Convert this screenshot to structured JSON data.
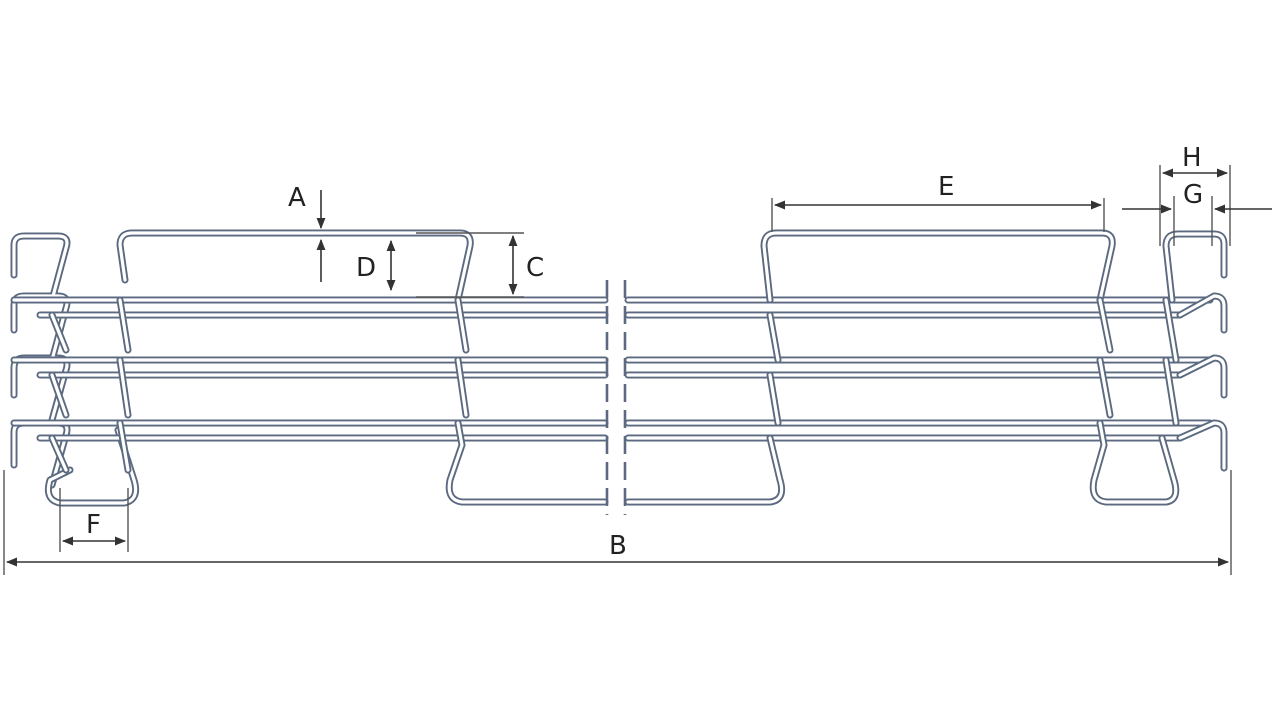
{
  "labels": {
    "A": "A",
    "B": "B",
    "C": "C",
    "D": "D",
    "E": "E",
    "F": "F",
    "G": "G",
    "H": "H"
  },
  "colors": {
    "wire_outline": "#5b6a80",
    "wire_fill": "#ffffff",
    "dimension": "#333333"
  }
}
